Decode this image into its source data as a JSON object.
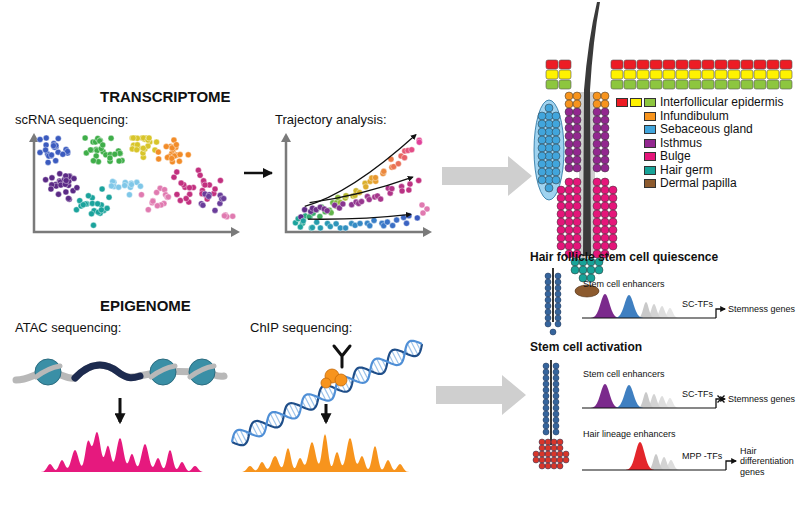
{
  "diagram": {
    "nodes": [
      {
        "text": [
          "scRNA sequencing:"
        ]
      },
      {
        "text": [
          "Trajectory analysis:"
        ]
      }
    ],
    "edges": [
      {
        "from": 0,
        "to": 1,
        "arrow": "to"
      }
    ],
    "labels": [
      "TRANSCRIPTOME",
      "EPIGENOME",
      "ATAC sequencing:",
      "ChIP sequencing:",
      "Hair follicle stem cell quiescence",
      "Stem cell enhancers",
      "SC-TFs",
      "Stemness genes",
      "Stem cell activation",
      "Stem cell enhancers",
      "SC-TFs",
      "Stemness genes",
      "Hair lineage enhancers",
      "MPP -TFs",
      "Hair differentiation genes"
    ],
    "legend": [
      {
        "text": "Interfollicular epidermis",
        "color": "#ed1c24"
      },
      {
        "text": "Infundibulum",
        "color": "#f7941d"
      },
      {
        "text": "Sebaceous gland",
        "color": "#41a5dc"
      },
      {
        "text": "Isthmus",
        "color": "#92278f"
      },
      {
        "text": "Bulge",
        "color": "#e5157a"
      },
      {
        "text": "Hair germ",
        "color": "#17a398"
      },
      {
        "text": "Dermal papilla",
        "color": "#8c5a2e"
      }
    ]
  }
}
